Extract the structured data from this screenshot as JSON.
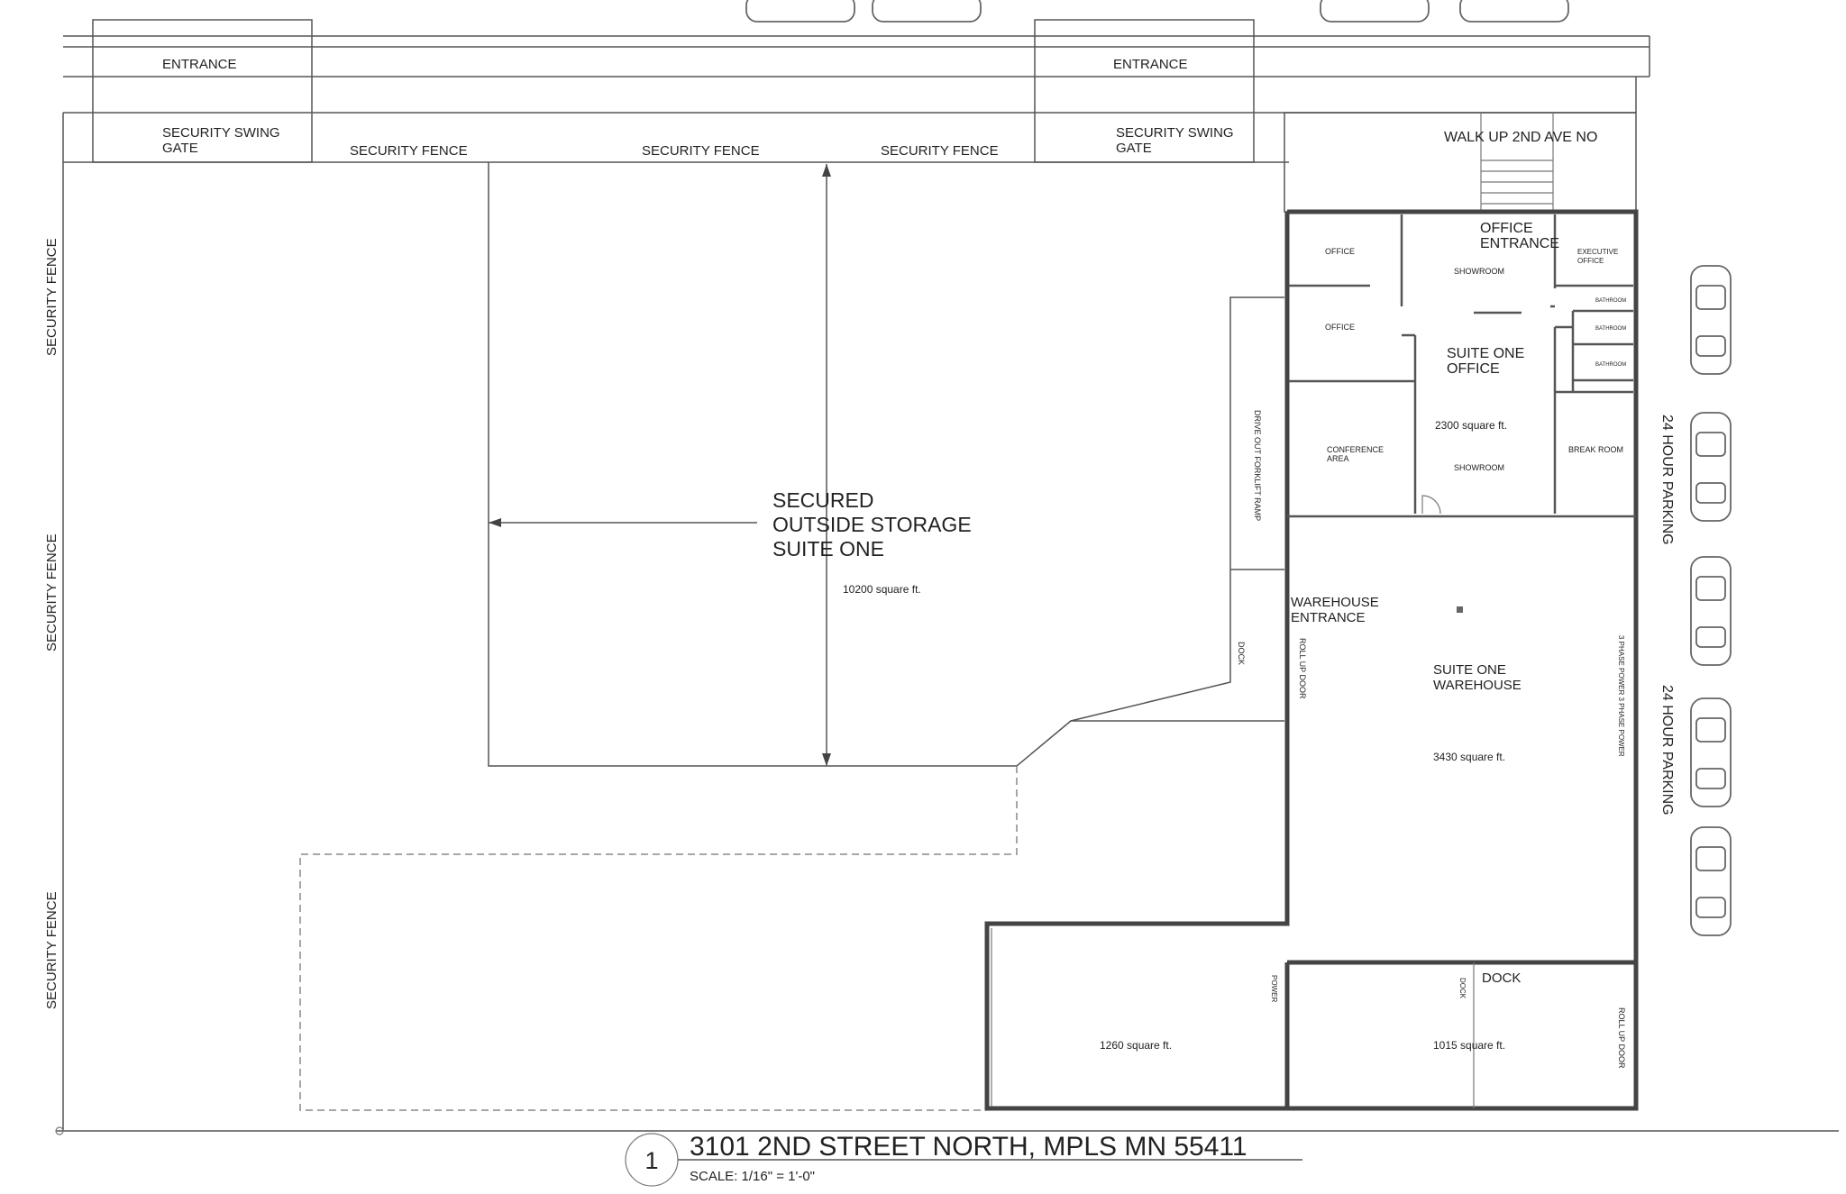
{
  "labels": {
    "entrance_left": "ENTRANCE",
    "entrance_right": "ENTRANCE",
    "security_swing_gate_left": "SECURITY SWING\nGATE",
    "security_swing_gate_right": "SECURITY SWING\nGATE",
    "fence_top_1": "SECURITY FENCE",
    "fence_top_2": "SECURITY FENCE",
    "fence_top_3": "SECURITY FENCE",
    "fence_left_1": "SECURITY FENCE",
    "fence_left_2": "SECURITY FENCE",
    "fence_left_3": "SECURITY FENCE",
    "walk_up": "WALK UP 2ND AVE NO",
    "office_entrance": "OFFICE\nENTRANCE",
    "office_1": "OFFICE",
    "office_2": "OFFICE",
    "showroom_1": "SHOWROOM",
    "showroom_2": "SHOWROOM",
    "executive_office": "EXECUTIVE\nOFFICE",
    "bathroom_1": "BATHROOM",
    "bathroom_2": "BATHROOM",
    "bathroom_3": "BATHROOM",
    "suite_one_office": "SUITE ONE\nOFFICE",
    "office_area": "2300 square ft.",
    "conference_area": "CONFERENCE\nAREA",
    "break_room": "BREAK ROOM",
    "parking_1": "24 HOUR PARKING",
    "parking_2": "24 HOUR PARKING",
    "outside_storage": "SECURED\nOUTSIDE   STORAGE\nSUITE ONE",
    "outside_storage_area": "10200 square ft.",
    "forklift_ramp": "DRIVE OUT FORKLIFT RAMP",
    "warehouse_entrance": "WAREHOUSE\nENTRANCE",
    "dock_side": "DOCK",
    "roll_up_door_1": "ROLL UP DOOR",
    "suite_one_warehouse": "SUITE ONE\nWAREHOUSE",
    "warehouse_area": "3430 square ft.",
    "three_phase_power": "3 PHASE POWER 3 PHASE POWER",
    "power": "POWER",
    "dock_small": "DOCK",
    "dock_bottom": "DOCK",
    "area_1260": "1260 square ft.",
    "area_1015": "1015 square ft.",
    "roll_up_door_2": "ROLL UP DOOR"
  },
  "title_block": {
    "number": "1",
    "address": "3101 2ND STREET NORTH, MPLS MN 55411",
    "scale": "SCALE: 1/16\" = 1'-0\""
  }
}
